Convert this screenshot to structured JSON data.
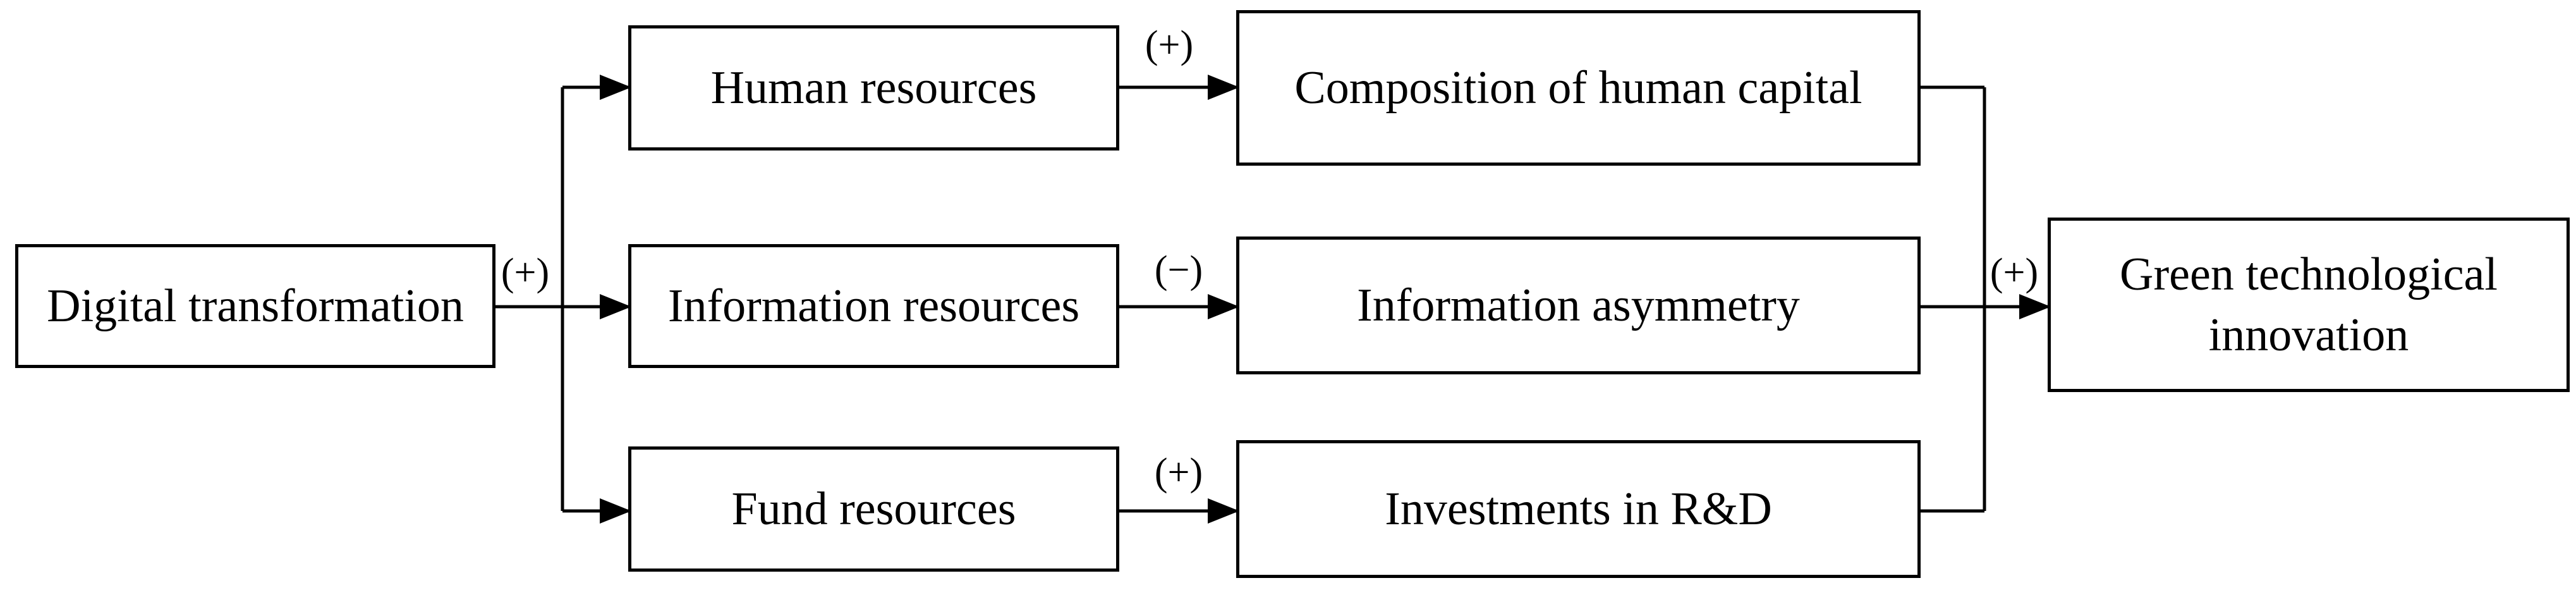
{
  "nodes": {
    "digital_transformation": "Digital transformation",
    "human_resources": "Human resources",
    "information_resources": "Information resources",
    "fund_resources": "Fund resources",
    "composition_of_human_capital": "Composition of human capital",
    "information_asymmetry": "Information asymmetry",
    "investments_in_rd": "Investments in R&D",
    "green_technological_innovation": "Green technological innovation"
  },
  "signs": {
    "digital_to_resources": "(+)",
    "human_resources_to_capital": "(+)",
    "information_resources_to_asymmetry": "(−)",
    "fund_resources_to_rd": "(+)",
    "mechanisms_to_innovation": "(+)"
  },
  "colors": {
    "stroke": "#000000",
    "background": "#ffffff"
  }
}
